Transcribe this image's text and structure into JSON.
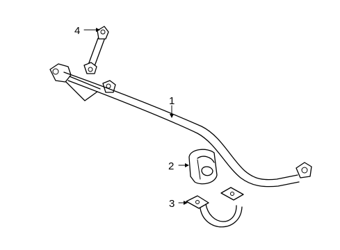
{
  "callouts": {
    "bar": "1",
    "bushing": "2",
    "bracket": "3",
    "link": "4"
  }
}
